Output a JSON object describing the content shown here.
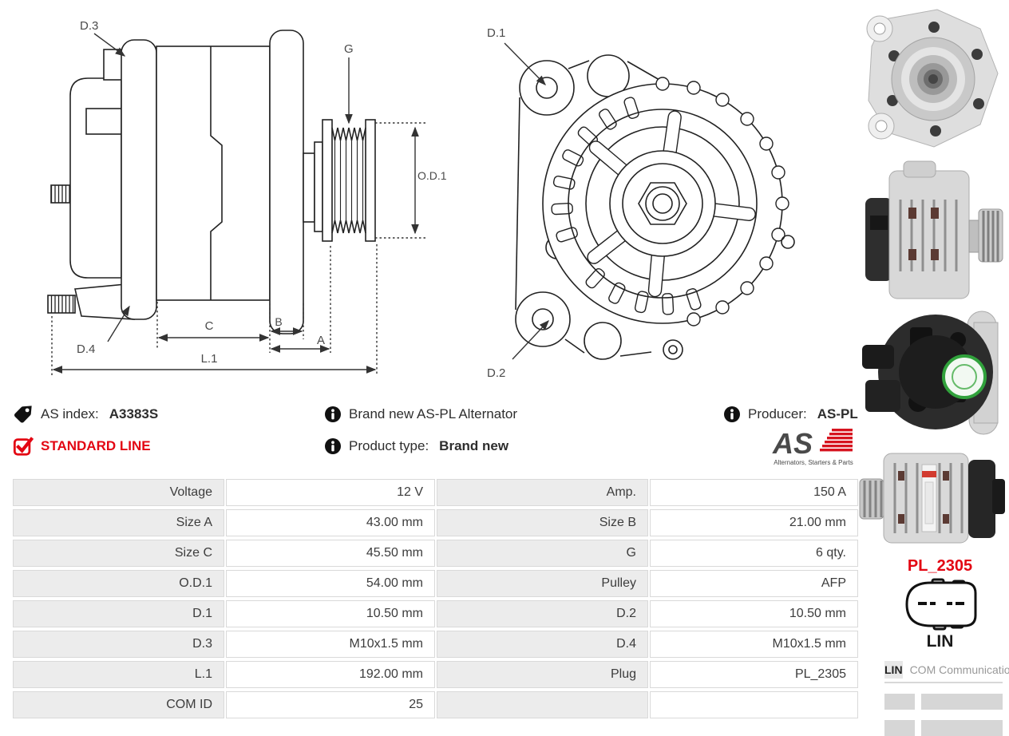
{
  "colors": {
    "red": "#e30613",
    "label_bg": "#ececec",
    "border": "#d9d9d9"
  },
  "header": {
    "as_index_label": "AS index:",
    "as_index_value": "A3383S",
    "standard_line_label": "STANDARD LINE",
    "description": "Brand new AS-PL Alternator",
    "product_type_label": "Product type:",
    "product_type_value": "Brand new",
    "producer_label": "Producer:",
    "producer_value": "AS-PL",
    "logo_text": "AS",
    "logo_tagline": "Alternators, Starters & Parts"
  },
  "diagram_side": {
    "labels": {
      "d3": "D.3",
      "g": "G",
      "od1": "O.D.1",
      "d4": "D.4",
      "c": "C",
      "b": "B",
      "a": "A",
      "l1": "L.1"
    }
  },
  "diagram_front": {
    "labels": {
      "d1": "D.1",
      "d2": "D.2"
    }
  },
  "spec_table": {
    "rows": [
      {
        "label_left": "Voltage",
        "value_left": "12 V",
        "label_right": "Amp.",
        "value_right": "150 A"
      },
      {
        "label_left": "Size A",
        "value_left": "43.00 mm",
        "label_right": "Size B",
        "value_right": "21.00 mm"
      },
      {
        "label_left": "Size C",
        "value_left": "45.50 mm",
        "label_right": "G",
        "value_right": "6 qty."
      },
      {
        "label_left": "O.D.1",
        "value_left": "54.00 mm",
        "label_right": "Pulley",
        "value_right": "AFP"
      },
      {
        "label_left": "D.1",
        "value_left": "10.50 mm",
        "label_right": "D.2",
        "value_right": "10.50 mm"
      },
      {
        "label_left": "D.3",
        "value_left": "M10x1.5 mm",
        "label_right": "D.4",
        "value_right": "M10x1.5 mm"
      },
      {
        "label_left": "L.1",
        "value_left": "192.00 mm",
        "label_right": "Plug",
        "value_right": "PL_2305"
      },
      {
        "label_left": "COM ID",
        "value_left": "25",
        "label_right": "",
        "value_right": ""
      }
    ]
  },
  "plug": {
    "code": "PL_2305",
    "connector_type": "LIN"
  },
  "comm_table": {
    "key": "LIN",
    "value": "COM Communication"
  }
}
